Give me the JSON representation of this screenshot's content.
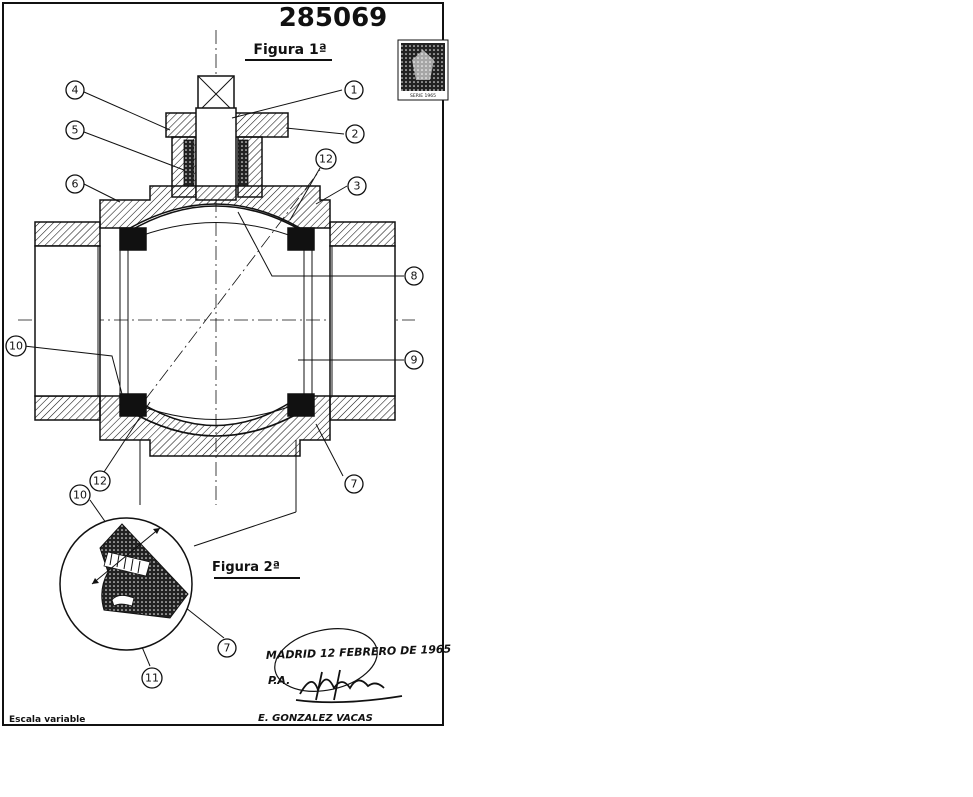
{
  "sheet": {
    "patent_number": "285069",
    "figure1_label": "Figura 1ª",
    "figure2_label": "Figura 2ª",
    "scale_label": "Escala variable",
    "place_date": "MADRID 12 FEBRERO DE 1965",
    "pa_label": "P.A.",
    "author": "E. GONZALEZ VACAS",
    "stamp_caption": "SERIE 1965"
  },
  "callouts": {
    "c1": "1",
    "c2": "2",
    "c3": "3",
    "c4": "4",
    "c5": "5",
    "c6": "6",
    "c7a": "7",
    "c7b": "7",
    "c8": "8",
    "c9": "9",
    "c10a": "10",
    "c10b": "10",
    "c11": "11",
    "c12a": "12",
    "c12b": "12"
  },
  "colors": {
    "ink": "#111111",
    "paper": "#ffffff",
    "seal": "#1a1a1a"
  }
}
